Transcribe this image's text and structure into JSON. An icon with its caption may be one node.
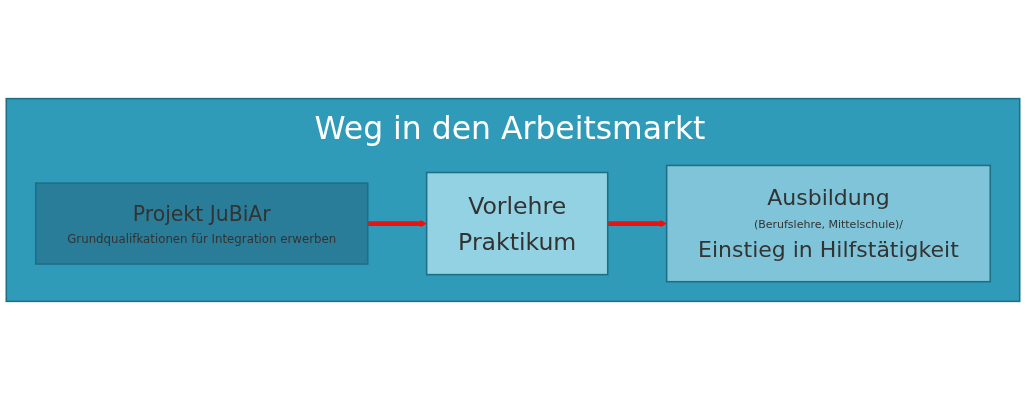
{
  "diagram": {
    "nodes": [
      {
        "text": [
          "Weg in den Arbeitsmarkt"
        ]
      },
      {
        "text": [
          "Projekt JuBiAr",
          "Grundqualifkationen für Integration erwerben"
        ],
        "in": 0
      },
      {
        "text": [
          "Vorlehre",
          "Praktikum"
        ],
        "in": 0
      },
      {
        "text": [
          "Ausbildung",
          "(Berufslehre, Mittelschule)/",
          "Einstieg in Hilfstätigkeit"
        ],
        "in": 0
      }
    ],
    "edges": [
      {
        "from": 1,
        "to": 2,
        "arrow": "to"
      },
      {
        "from": 2,
        "to": 3,
        "arrow": "to"
      }
    ]
  }
}
